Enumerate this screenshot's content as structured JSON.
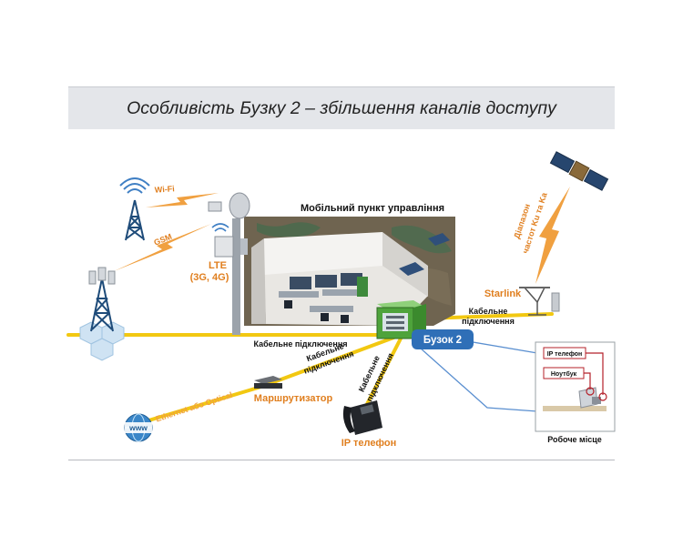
{
  "title": "Особливість Бузку 2 – збільшення каналів доступу",
  "labels": {
    "wifi": "Wi-Fi",
    "gsm": "GSM",
    "lte_line1": "LTE",
    "lte_line2": "(3G, 4G)",
    "mobile_point": "Мобільний пункт управління",
    "starlink": "Starlink",
    "cable_starlink_1": "Кабельне",
    "cable_starlink_2": "підключення",
    "band_1": "Діапазон",
    "band_2": "частот Ku та Ka",
    "buzok": "Бузок 2",
    "cable_mast": "Кабельне підключення",
    "cable_router_1": "Кабельне",
    "cable_router_2": "підключення",
    "cable_phone_1": "Кабельне",
    "cable_phone_2": "підключення",
    "router": "Маршрутизатор",
    "ethernet": "Ethernet або Optical",
    "www": "www",
    "ip_phone": "IP телефон",
    "workplace": "Робоче місце",
    "wp_ip_phone": "IP телефон",
    "wp_laptop": "Ноутбук"
  },
  "colors": {
    "cable": "#f2c811",
    "wireless": "#f0a040",
    "label_orange": "#e07f1f",
    "link_blue": "#5a8fd0",
    "badge": "#2f6fb7",
    "workplace_red": "#b4202a"
  }
}
